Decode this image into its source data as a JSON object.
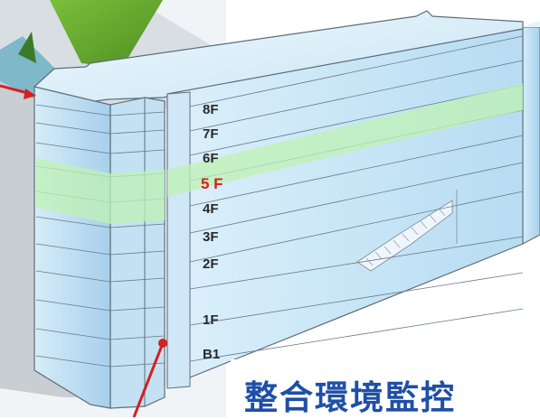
{
  "title": "整合環境監控",
  "highlight_color": "#bff1b4",
  "floors": [
    {
      "label": "8F",
      "active": false
    },
    {
      "label": "7F",
      "active": false
    },
    {
      "label": "6F",
      "active": false
    },
    {
      "label": "5 F",
      "active": true
    },
    {
      "label": "4F",
      "active": false
    },
    {
      "label": "3F",
      "active": false
    },
    {
      "label": "2F",
      "active": false
    },
    {
      "label": "1F",
      "active": false
    },
    {
      "label": "B1",
      "active": false
    }
  ]
}
